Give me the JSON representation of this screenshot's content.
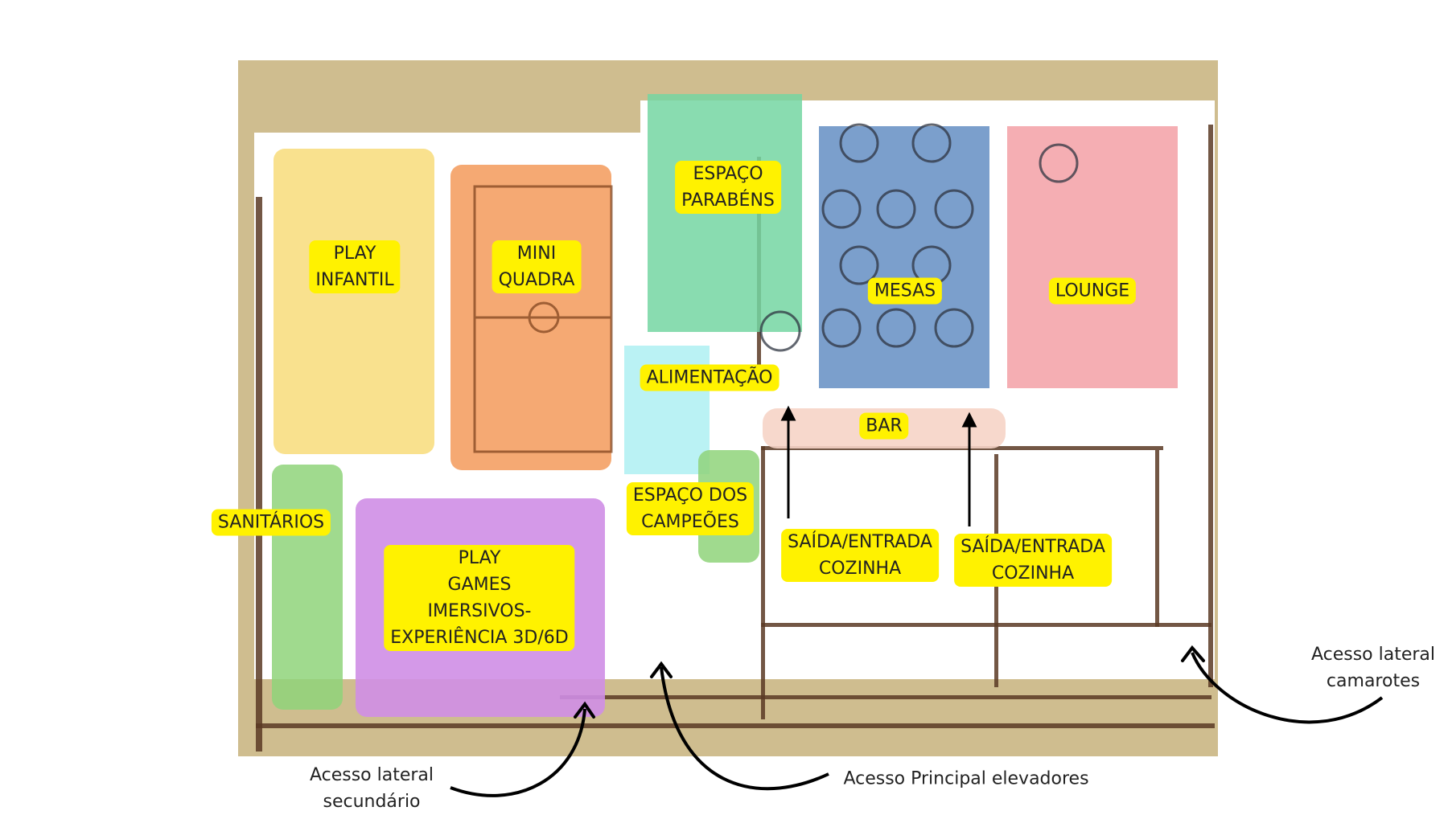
{
  "zones": {
    "play_infantil": [
      "PLAY",
      "INFANTIL"
    ],
    "mini_quadra": [
      "MINI",
      "QUADRA"
    ],
    "espaco_parabens": [
      "ESPAÇO",
      "PARABÉNS"
    ],
    "mesas": [
      "MESAS"
    ],
    "lounge": [
      "LOUNGE"
    ],
    "alimentacao": [
      "ALIMENTAÇÃO"
    ],
    "bar": [
      "BAR"
    ],
    "sanitarios": [
      "SANITÁRIOS"
    ],
    "espaco_campeoes": [
      "ESPAÇO DOS",
      "CAMPEÕES"
    ],
    "cozinha_1": [
      "SAÍDA/ENTRADA",
      "COZINHA"
    ],
    "cozinha_2": [
      "SAÍDA/ENTRADA",
      "COZINHA"
    ],
    "play_games": [
      "PLAY",
      "GAMES",
      "IMERSIVOS-",
      "EXPERIÊNCIA 3D/6D"
    ]
  },
  "access": {
    "lateral_camarotes": [
      "Acesso lateral",
      "camarotes"
    ],
    "lateral_secundario": [
      "Acesso lateral",
      "secundário"
    ],
    "principal": [
      "Acesso Principal elevadores"
    ]
  },
  "colors": {
    "label_bg": "#fff200",
    "play_infantil": "#f8dc7a",
    "mini_quadra": "#f39a5a",
    "espaco_parabens": "#74d6a2",
    "mesas": "#6d95c6",
    "lounge": "#f4a5ab",
    "alimentacao": "#aef0f2",
    "bar": "#f6d4c6",
    "sanitarios": "#8fd47a",
    "espaco_campeoes": "#8fd47a",
    "play_games": "#cf8ee6"
  }
}
